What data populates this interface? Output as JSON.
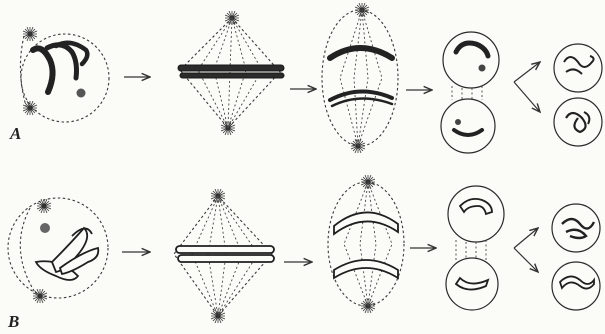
{
  "figure": {
    "row_labels": {
      "a": "A",
      "b": "B"
    },
    "rows": [
      {
        "id": "A",
        "stages": [
          "prophase",
          "metaphase",
          "anaphase",
          "telophase",
          "daughter-cells"
        ],
        "chromosome_style": "dark"
      },
      {
        "id": "B",
        "stages": [
          "prophase",
          "metaphase",
          "anaphase",
          "telophase",
          "daughter-cells"
        ],
        "chromosome_style": "outlined"
      }
    ],
    "colors": {
      "ink": "#2a2a2a",
      "background": "#fbfbf8"
    }
  }
}
